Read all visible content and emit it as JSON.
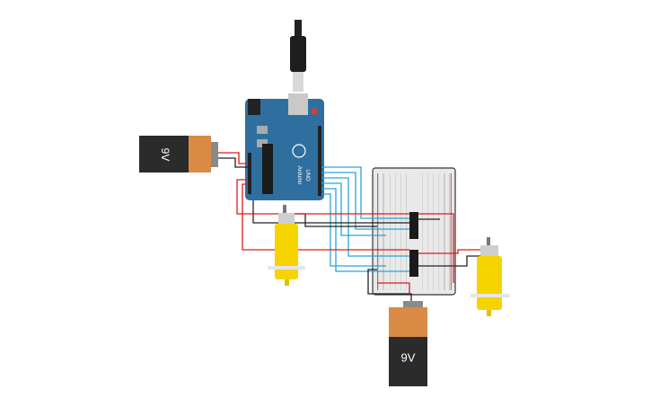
{
  "diagram": {
    "battery_left": {
      "label": "9V",
      "orientation": "rotated"
    },
    "battery_bottom": {
      "label": "9V"
    },
    "arduino": {
      "brand": "Arduino",
      "model": "UNO"
    },
    "colors": {
      "background": "#ffffff",
      "board": "#2f6f9f",
      "wire_red": "#e01b1b",
      "wire_black": "#222222",
      "wire_blue": "#2aa3d6",
      "motor": "#f5d400",
      "battery_body": "#2b2b2b",
      "battery_cap": "#d98a45"
    },
    "components": [
      "usb-cable",
      "arduino-uno",
      "battery-9v-left",
      "breadboard",
      "motor-driver-ic-top",
      "motor-driver-ic-bottom",
      "dc-motor-left",
      "dc-motor-right",
      "battery-9v-bottom"
    ]
  }
}
